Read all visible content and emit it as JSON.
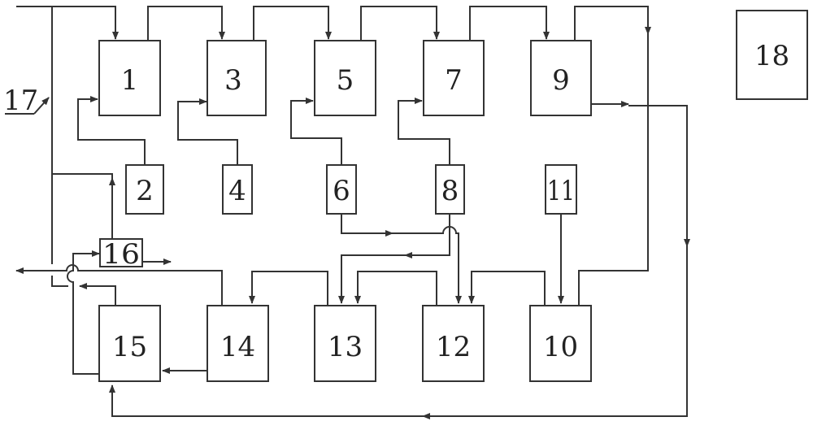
{
  "diagram": {
    "boxes": [
      {
        "id": "b1",
        "label": "1"
      },
      {
        "id": "b3",
        "label": "3"
      },
      {
        "id": "b5",
        "label": "5"
      },
      {
        "id": "b7",
        "label": "7"
      },
      {
        "id": "b9",
        "label": "9"
      },
      {
        "id": "b18",
        "label": "18"
      },
      {
        "id": "b2",
        "label": "2"
      },
      {
        "id": "b4",
        "label": "4"
      },
      {
        "id": "b6",
        "label": "6"
      },
      {
        "id": "b8",
        "label": "8"
      },
      {
        "id": "b11",
        "label": "11"
      },
      {
        "id": "b16",
        "label": "16"
      },
      {
        "id": "b15",
        "label": "15"
      },
      {
        "id": "b14",
        "label": "14"
      },
      {
        "id": "b13",
        "label": "13"
      },
      {
        "id": "b12",
        "label": "12"
      },
      {
        "id": "b10",
        "label": "10"
      }
    ],
    "input_label": "17"
  }
}
